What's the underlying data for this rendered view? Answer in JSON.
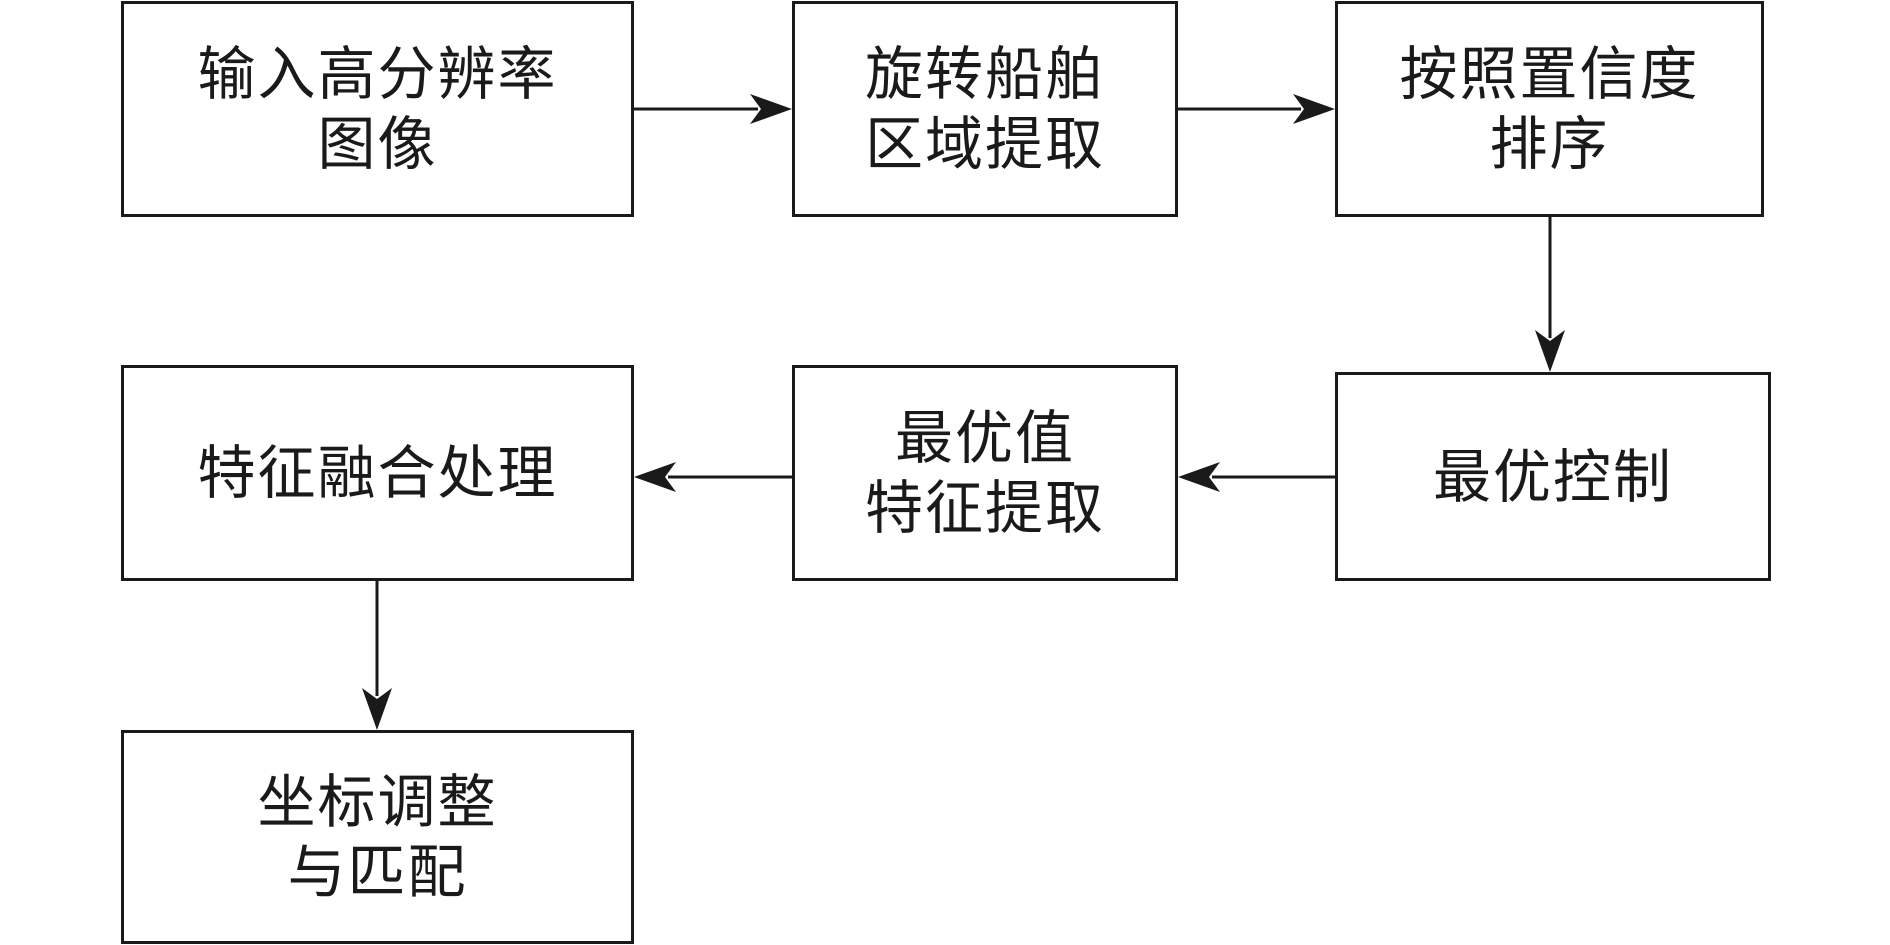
{
  "diagram": {
    "colors": {
      "stroke": "#1a1a1a",
      "background": "#ffffff"
    },
    "nodes": [
      {
        "id": "n1",
        "lines": [
          "输入高分辨率",
          "图像"
        ]
      },
      {
        "id": "n2",
        "lines": [
          "旋转船舶",
          "区域提取"
        ]
      },
      {
        "id": "n3",
        "lines": [
          "按照置信度",
          "排序"
        ]
      },
      {
        "id": "n4",
        "lines": [
          "最优控制"
        ]
      },
      {
        "id": "n5",
        "lines": [
          "最优值",
          "特征提取"
        ]
      },
      {
        "id": "n6",
        "lines": [
          "特征融合处理"
        ]
      },
      {
        "id": "n7",
        "lines": [
          "坐标调整",
          "与匹配"
        ]
      }
    ],
    "edges": [
      {
        "from": "n1",
        "to": "n2"
      },
      {
        "from": "n2",
        "to": "n3"
      },
      {
        "from": "n3",
        "to": "n4"
      },
      {
        "from": "n4",
        "to": "n5"
      },
      {
        "from": "n5",
        "to": "n6"
      },
      {
        "from": "n6",
        "to": "n7"
      }
    ]
  }
}
